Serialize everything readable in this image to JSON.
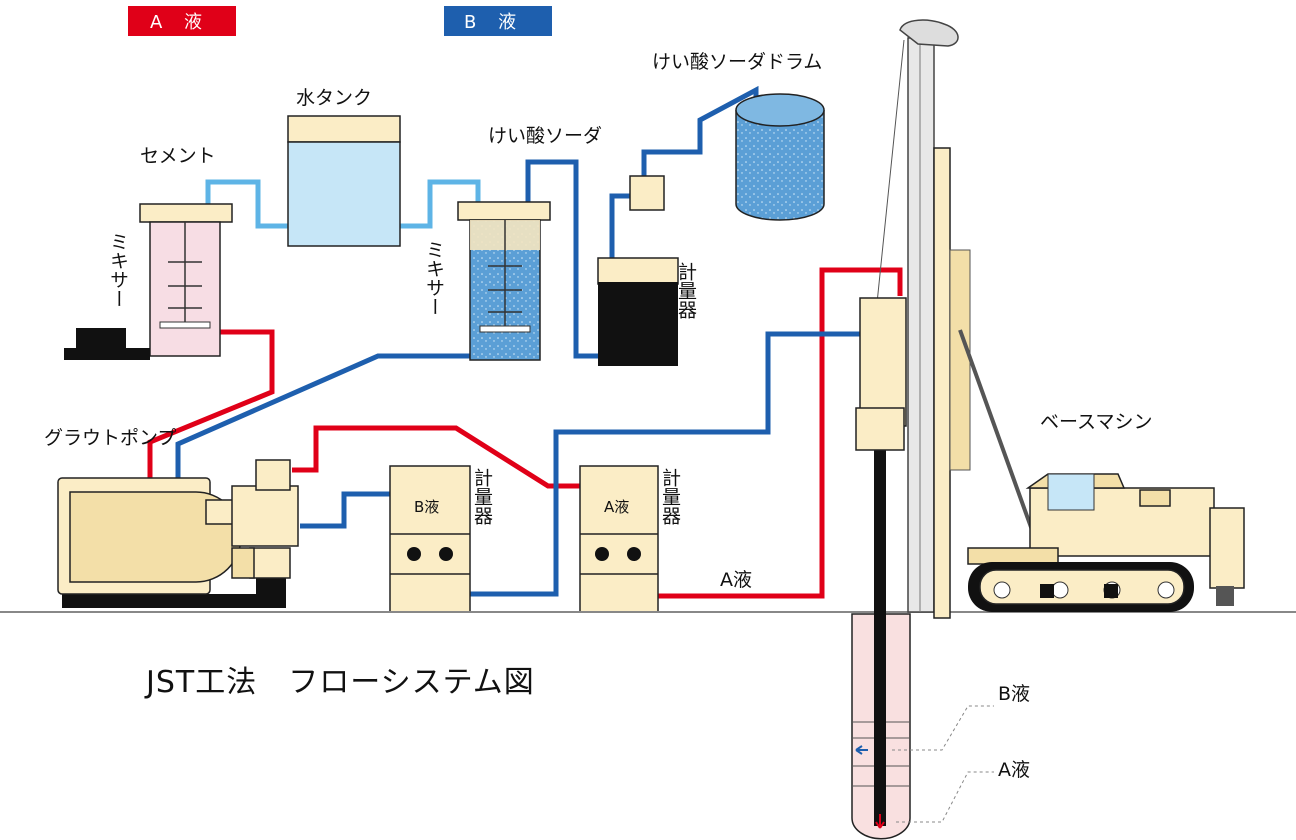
{
  "legend": {
    "a_liquid": "A 液",
    "b_liquid": "B 液",
    "a_color": "#e00018",
    "b_color": "#1e5fae"
  },
  "labels": {
    "water_tank": "水タンク",
    "cement": "セメント",
    "mixer_a": "ミキサー",
    "mixer_b": "ミキサー",
    "sodium_silicate": "けい酸ソーダ",
    "sodium_silicate_drum": "けい酸ソーダドラム",
    "meter_top": "計量器",
    "meter_b": "計量器",
    "meter_a": "計量器",
    "grout_pump": "グラウトポンプ",
    "base_machine": "ベースマシン",
    "meter_b_face": "B液",
    "meter_a_face": "A液",
    "a_line": "A液",
    "b_callout": "B液",
    "a_callout": "A液"
  },
  "title": "JST工法　フローシステム図",
  "colors": {
    "a_line": "#e00018",
    "b_line": "#1e5fae",
    "water_line": "#5eb4e6",
    "equipment_fill": "#fbedc6",
    "water_fill": "#c6e6f7",
    "silicate_fill": "#5b9fd6",
    "mixer_a_fill": "#f7dde4",
    "borehole_fill": "#f9e0e0"
  }
}
